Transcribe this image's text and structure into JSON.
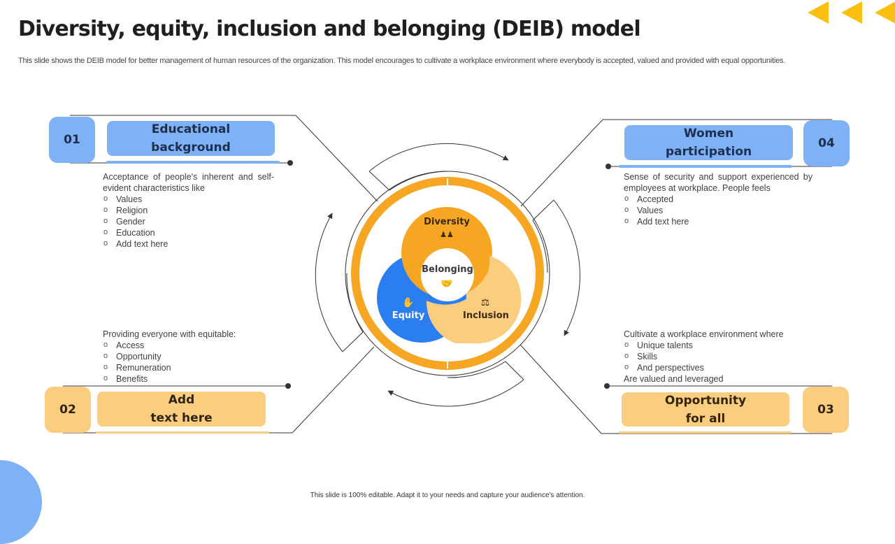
{
  "header": {
    "title": "Diversity, equity, inclusion and belonging (DEIB) model",
    "subtitle": "This slide shows the DEIB model for better management of human resources of the organization. This model encourages to cultivate a workplace environment where everybody is accepted, valued and provided with equal opportunities."
  },
  "footer": "This slide is 100% editable. Adapt it to your needs and capture your audience's attention.",
  "colors": {
    "blue": "#7fb1f7",
    "light_orange": "#fbcd7f",
    "orange": "#f6a623",
    "equity_blue": "#2a7ef0",
    "accent_yellow": "#fbbf10"
  },
  "sections": [
    {
      "number": "01",
      "title_line1": "Educational",
      "title_line2": "background",
      "intro": "Acceptance of people's inherent and self-evident characteristics like",
      "items": [
        "Values",
        "Religion",
        "Gender",
        "Education",
        "Add text here"
      ],
      "outro": ""
    },
    {
      "number": "02",
      "title_line1": "Add",
      "title_line2": "text here",
      "intro": "Providing everyone with equitable:",
      "items": [
        "Access",
        "Opportunity",
        "Remuneration",
        "Benefits"
      ],
      "outro": ""
    },
    {
      "number": "03",
      "title_line1": "Opportunity",
      "title_line2": "for all",
      "intro": "Cultivate a workplace environment where",
      "items": [
        "Unique talents",
        "Skills",
        "And perspectives"
      ],
      "outro": "Are valued and leveraged"
    },
    {
      "number": "04",
      "title_line1": "Women",
      "title_line2": "participation",
      "intro": "Sense of security and support experienced by employees at workplace. People feels",
      "items": [
        "Accepted",
        "Values",
        "Add text here"
      ],
      "outro": ""
    }
  ],
  "center": {
    "diversity": {
      "label": "Diversity",
      "icon": "people-diversity-icon",
      "glyph": "♟♟"
    },
    "equity": {
      "label": "Equity",
      "icon": "hand-people-icon",
      "glyph": "✋"
    },
    "inclusion": {
      "label": "Inclusion",
      "icon": "scales-icon",
      "glyph": "⚖"
    },
    "belonging": {
      "label": "Belonging",
      "icon": "handshake-icon",
      "glyph": "🤝"
    }
  }
}
